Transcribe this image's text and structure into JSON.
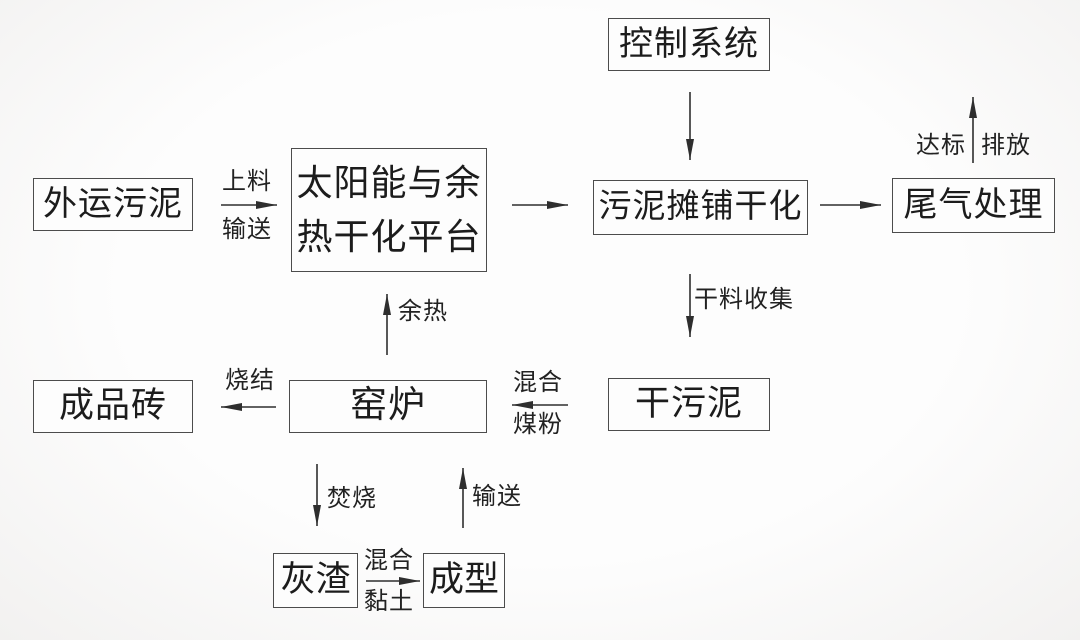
{
  "diagram": {
    "type": "flowchart",
    "nodes": {
      "control_system": {
        "label": "控制系统"
      },
      "external_sludge": {
        "label": "外运污泥"
      },
      "solar_platform": {
        "label": "太阳能与余热干化平台",
        "line1": "太阳能与余",
        "line2": "热干化平台"
      },
      "spreading_drying": {
        "label": "污泥摊铺干化"
      },
      "tail_gas_treatment": {
        "label": "尾气处理"
      },
      "finished_brick": {
        "label": "成品砖"
      },
      "kiln": {
        "label": "窑炉"
      },
      "dry_sludge": {
        "label": "干污泥"
      },
      "ash_residue": {
        "label": "灰渣"
      },
      "forming": {
        "label": "成型"
      }
    },
    "edges": [
      {
        "from": "external_sludge",
        "to": "solar_platform",
        "label_top": "上料",
        "label_bottom": "输送"
      },
      {
        "from": "solar_platform",
        "to": "spreading_drying"
      },
      {
        "from": "control_system",
        "to": "spreading_drying"
      },
      {
        "from": "spreading_drying",
        "to": "tail_gas_treatment"
      },
      {
        "from": "tail_gas_treatment",
        "direction": "up",
        "label_left": "达标",
        "label_right": "排放"
      },
      {
        "from": "spreading_drying",
        "to": "dry_sludge",
        "label": "干料收集"
      },
      {
        "from": "dry_sludge",
        "to": "kiln",
        "label_top": "混合",
        "label_bottom": "煤粉"
      },
      {
        "from": "kiln",
        "to": "finished_brick",
        "label": "烧结"
      },
      {
        "from": "kiln",
        "to": "solar_platform",
        "label": "余热"
      },
      {
        "from": "kiln",
        "to": "ash_residue",
        "label": "焚烧"
      },
      {
        "from": "ash_residue",
        "to": "forming",
        "label_top": "混合",
        "label_bottom": "黏土"
      },
      {
        "from": "forming",
        "to": "kiln",
        "label": "输送"
      }
    ],
    "colors": {
      "background": "#fbfbfa",
      "box_fill": "#fdfdfd",
      "box_border": "#4c4c4c",
      "text": "#1c1c1c",
      "arrow": "#2e2e2e"
    }
  }
}
